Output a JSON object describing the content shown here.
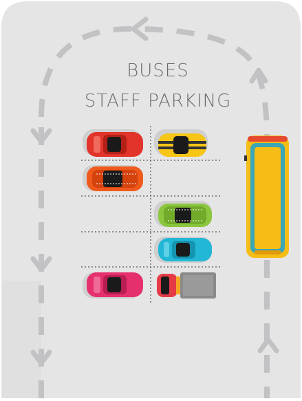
{
  "labels": {
    "line1": "BUSES",
    "line2": "STAFF PARKING"
  },
  "colors": {
    "background": "#e5e5e6",
    "road_marking": "#c2c2c4",
    "divider": "#555555",
    "car_red": "#e2342a",
    "car_yellow": "#f7c515",
    "car_orange": "#ef5a1c",
    "car_green": "#8cc63f",
    "car_cyan": "#22b7d6",
    "car_pink": "#e6306e",
    "truck_cab": "#e63a46",
    "truck_box": "#8a8a8a",
    "bus_body": "#f5bd16",
    "bus_windows": "#3aa6b6"
  },
  "vehicles": [
    {
      "name": "car-red",
      "color": "car_red"
    },
    {
      "name": "car-yellow",
      "color": "car_yellow"
    },
    {
      "name": "car-orange",
      "color": "car_orange"
    },
    {
      "name": "car-green",
      "color": "car_green"
    },
    {
      "name": "car-cyan",
      "color": "car_cyan"
    },
    {
      "name": "car-pink",
      "color": "car_pink"
    },
    {
      "name": "truck-gray",
      "color": "truck_box"
    },
    {
      "name": "bus-yellow",
      "color": "bus_body"
    }
  ]
}
